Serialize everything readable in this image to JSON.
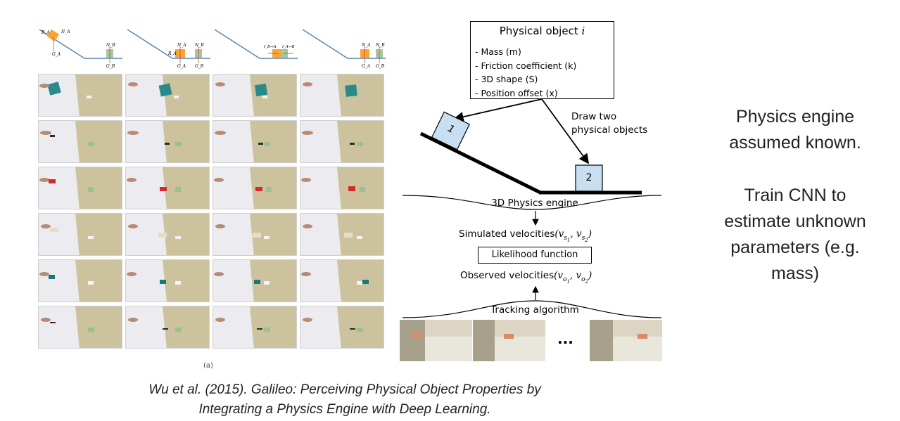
{
  "left_figure": {
    "diagram_labels": [
      {
        "labels": [
          "R_A",
          "N_A",
          "G_A",
          "N_B",
          "G_B"
        ]
      },
      {
        "labels": [
          "R_A",
          "N_A",
          "N_B",
          "G_A",
          "G_B"
        ]
      },
      {
        "labels": [
          "I_B→A",
          "I_A→B"
        ]
      },
      {
        "labels": [
          "N_A",
          "N_B",
          "G_A",
          "G_B"
        ]
      }
    ],
    "caption_fragment": "(a)"
  },
  "right_figure": {
    "box_title": "Physical object",
    "box_title_var": "i",
    "box_items": [
      "- Mass (m)",
      "- Friction coefficient (k)",
      "- 3D shape (S)",
      "- Position offset (x)"
    ],
    "draw_label_line1": "Draw two",
    "draw_label_line2": "physical objects",
    "object1_label": "1",
    "object2_label": "2",
    "engine_label": "3D Physics engine",
    "simulated_label": "Simulated velocities",
    "simulated_math": "(v_{s1}, v_{s2})",
    "likelihood_label": "Likelihood function",
    "observed_label": "Observed velocities",
    "observed_math": "(v_{o1}, v_{o2})",
    "tracking_label": "Tracking algorithm",
    "ellipsis": "..."
  },
  "side_text": {
    "line1": "Physics engine",
    "line2": "assumed known.",
    "line3": "Train CNN to",
    "line4": "estimate unknown",
    "line5": "parameters (e.g.",
    "line6": "mass)"
  },
  "citation": {
    "line1": "Wu et al. (2015). Galileo: Perceiving Physical Object Properties by",
    "line2": "Integrating a Physics Engine with Deep Learning."
  },
  "colors": {
    "box_fill": "#c7dff0",
    "orange_block": "#f6a531",
    "green_block": "#a7c79a",
    "ramp": "#5b87ad"
  }
}
